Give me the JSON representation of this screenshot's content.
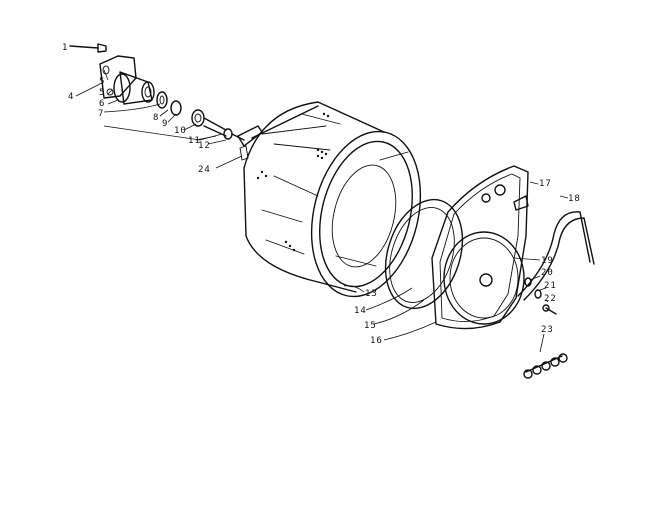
{
  "callouts": {
    "c1": "1",
    "c4": "4",
    "c5a": "5",
    "c5b": "5",
    "c6": "6",
    "c7": "7",
    "c8": "8",
    "c9": "9",
    "c10": "10",
    "c11": "11",
    "c12": "12",
    "c13": "13",
    "c14": "14",
    "c15": "15",
    "c16": "16",
    "c17": "17",
    "c18": "18",
    "c19": "19",
    "c20": "20",
    "c21": "21",
    "c22": "22",
    "c23": "23",
    "c24": "24"
  }
}
